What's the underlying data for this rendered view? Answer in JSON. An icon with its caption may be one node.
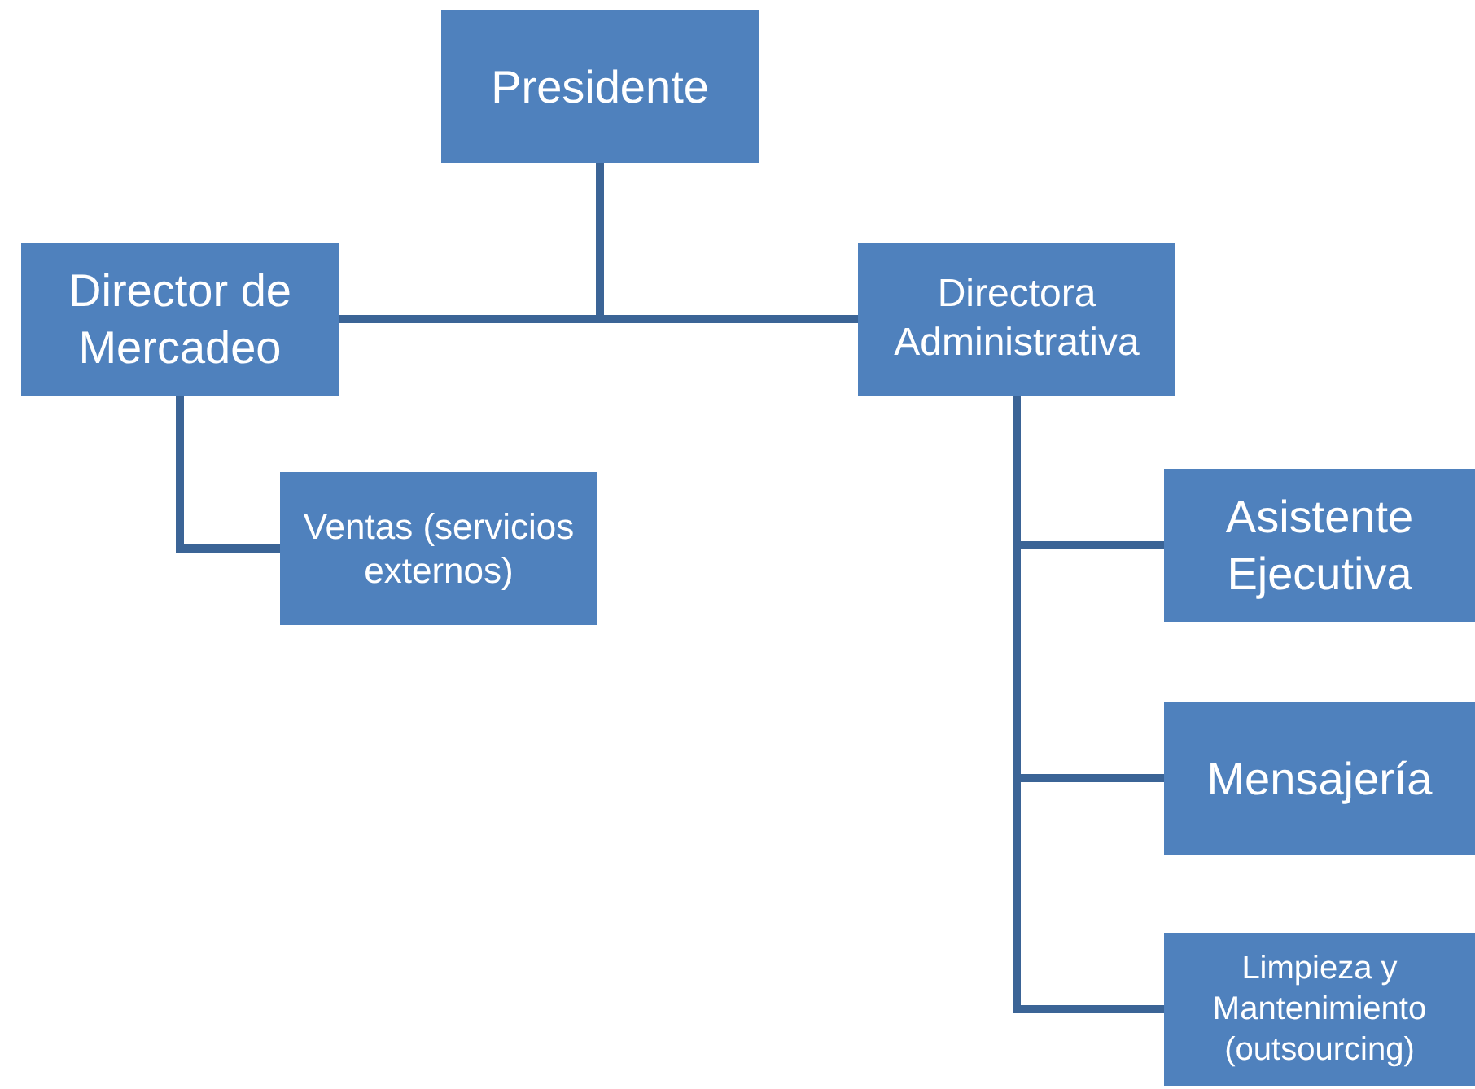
{
  "diagram": {
    "nodes": [
      {
        "text": [
          "Presidente"
        ]
      },
      {
        "text": [
          "Director de Mercadeo"
        ]
      },
      {
        "text": [
          "Directora Administrativa"
        ]
      },
      {
        "text": [
          "Ventas (servicios externos)"
        ]
      },
      {
        "text": [
          "Asistente Ejecutiva"
        ]
      },
      {
        "text": [
          "Mensajería"
        ]
      },
      {
        "text": [
          "Limpieza y Mantenimiento (outsourcing)"
        ]
      }
    ],
    "edges": [
      {
        "from": 0,
        "to": 1,
        "arrow": "none"
      },
      {
        "from": 0,
        "to": 2,
        "arrow": "none"
      },
      {
        "from": 1,
        "to": 3,
        "arrow": "none"
      },
      {
        "from": 2,
        "to": 4,
        "arrow": "none"
      },
      {
        "from": 2,
        "to": 5,
        "arrow": "none"
      },
      {
        "from": 2,
        "to": 6,
        "arrow": "none"
      }
    ]
  }
}
